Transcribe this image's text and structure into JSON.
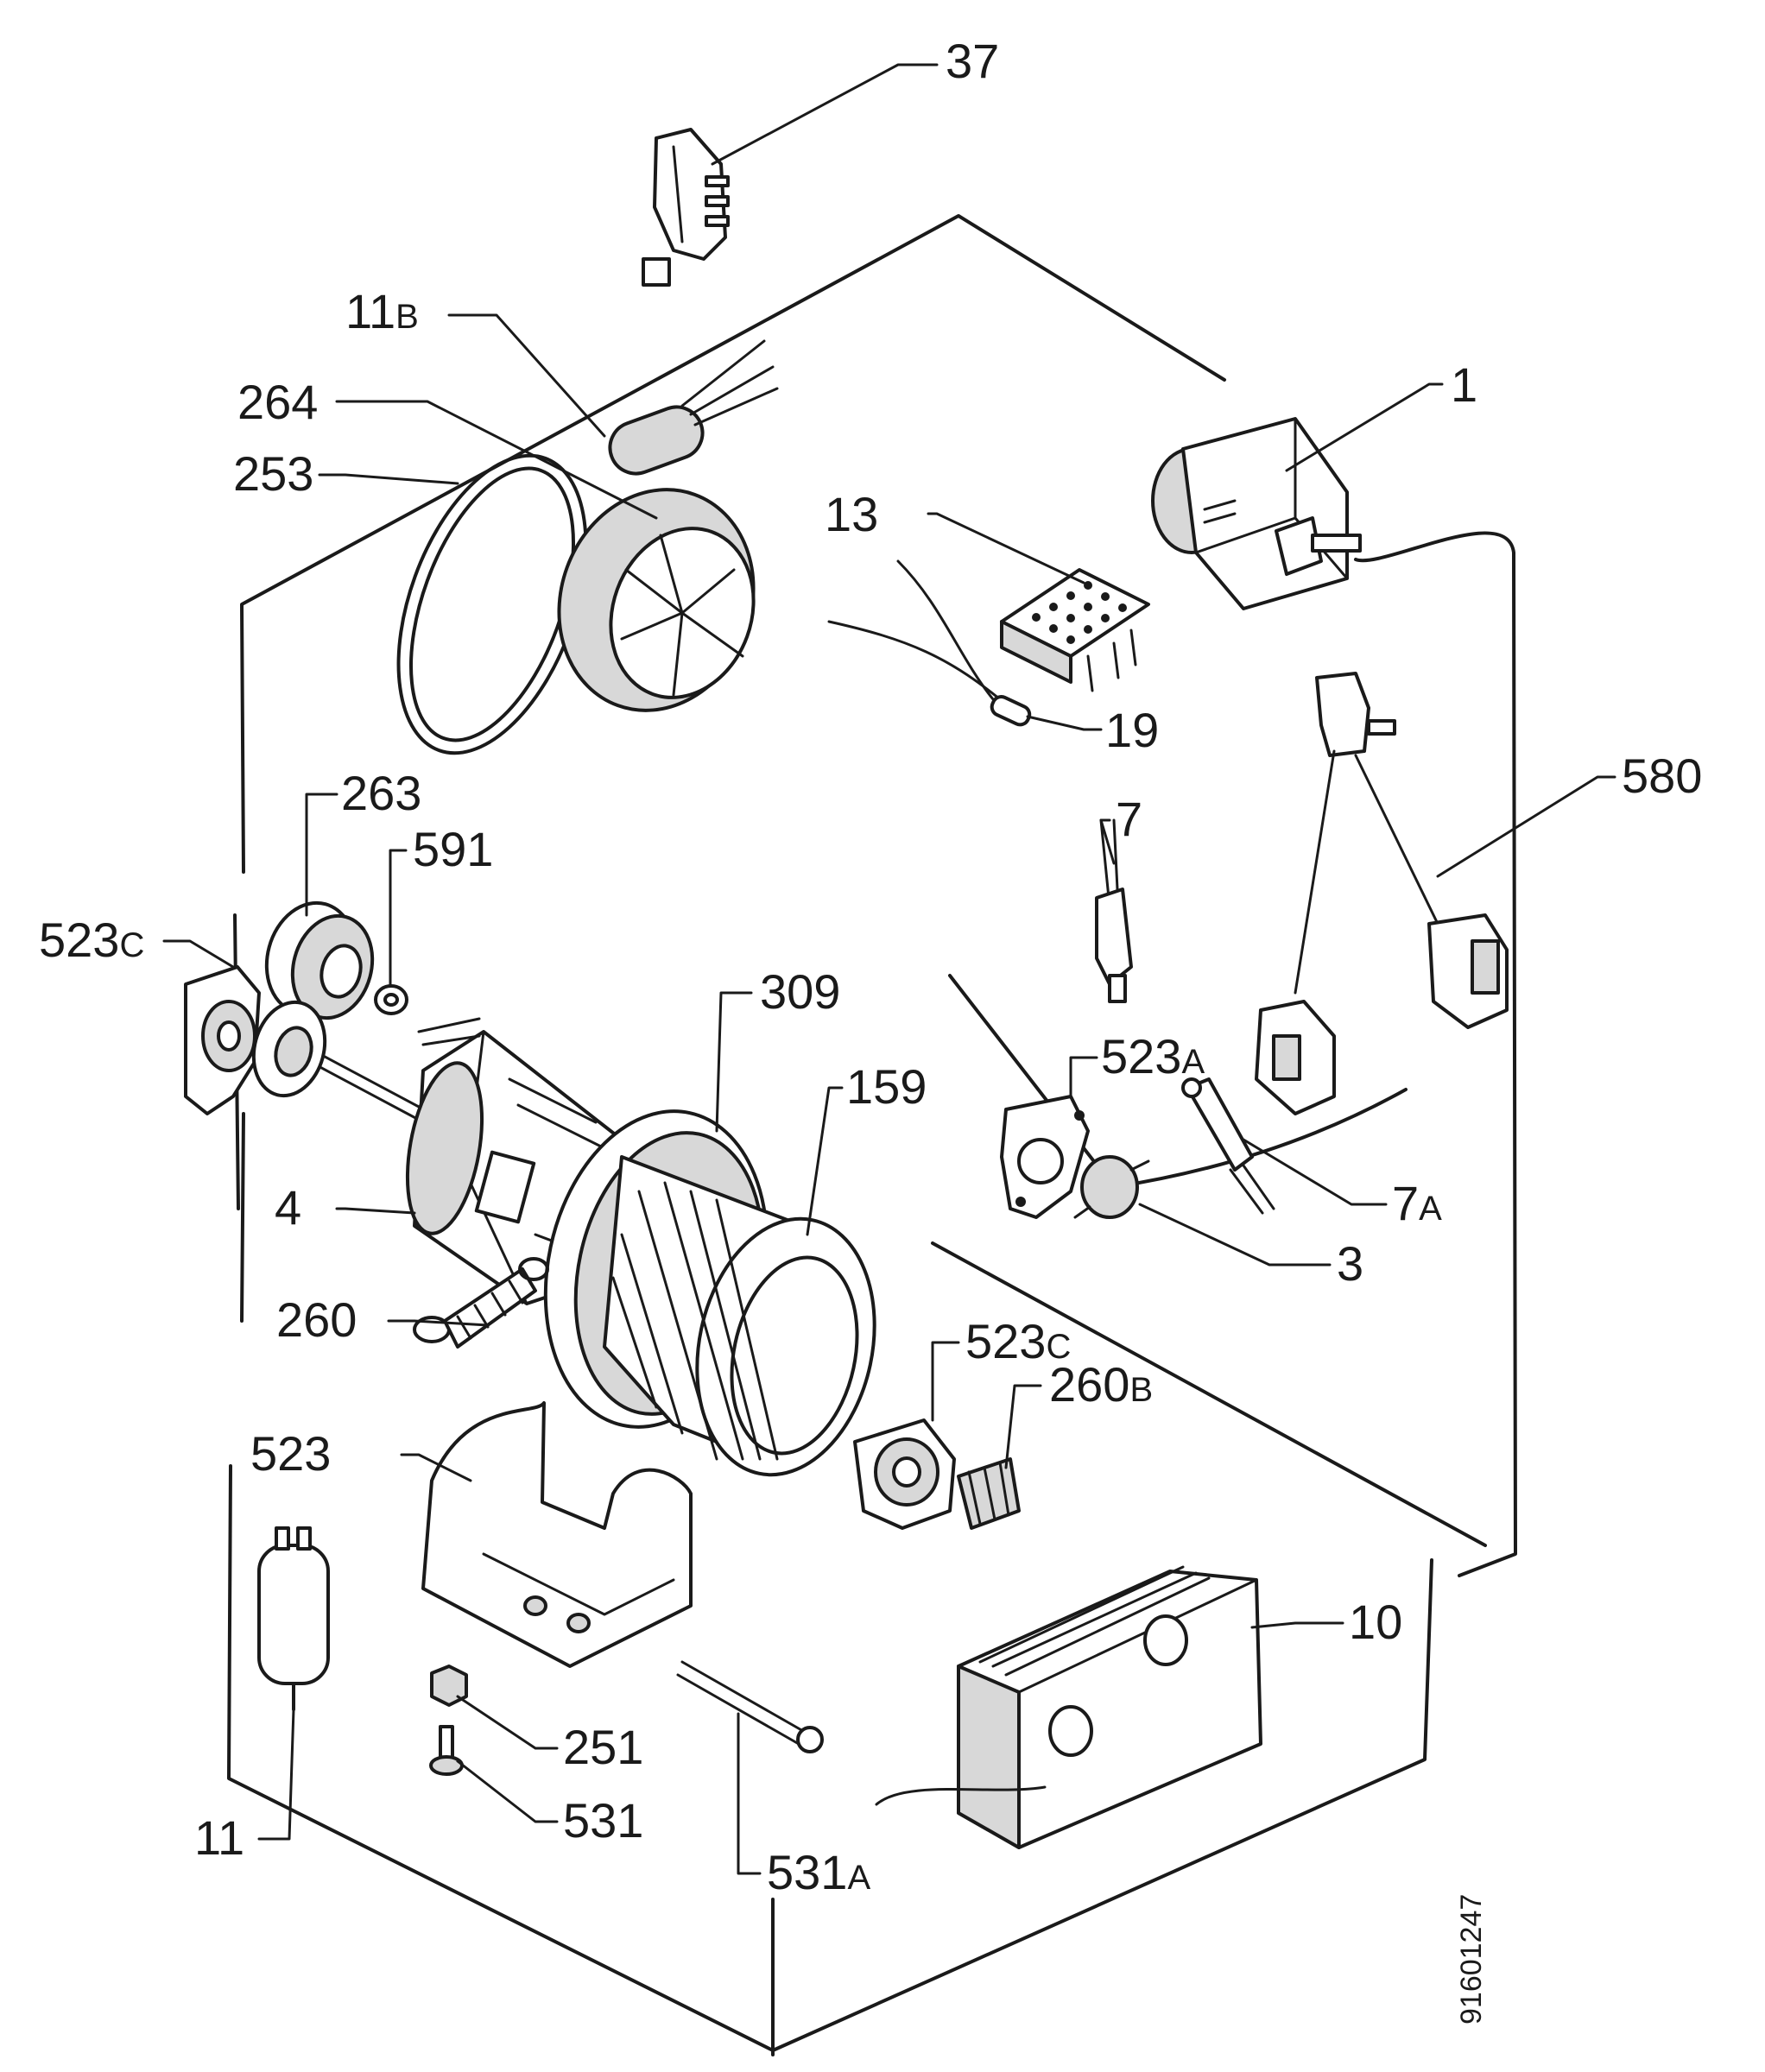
{
  "labels": [
    {
      "id": "37",
      "main": "37",
      "suffix": ""
    },
    {
      "id": "11b",
      "main": "11",
      "suffix": "B"
    },
    {
      "id": "264",
      "main": "264",
      "suffix": ""
    },
    {
      "id": "253",
      "main": "253",
      "suffix": ""
    },
    {
      "id": "1",
      "main": "1",
      "suffix": ""
    },
    {
      "id": "13",
      "main": "13",
      "suffix": ""
    },
    {
      "id": "19",
      "main": "19",
      "suffix": ""
    },
    {
      "id": "580",
      "main": "580",
      "suffix": ""
    },
    {
      "id": "263",
      "main": "263",
      "suffix": ""
    },
    {
      "id": "591",
      "main": "591",
      "suffix": ""
    },
    {
      "id": "7",
      "main": "7",
      "suffix": ""
    },
    {
      "id": "523c-left",
      "main": "523",
      "suffix": "C"
    },
    {
      "id": "309",
      "main": "309",
      "suffix": ""
    },
    {
      "id": "523a",
      "main": "523",
      "suffix": "A"
    },
    {
      "id": "159",
      "main": "159",
      "suffix": ""
    },
    {
      "id": "7a",
      "main": "7",
      "suffix": "A"
    },
    {
      "id": "4",
      "main": "4",
      "suffix": ""
    },
    {
      "id": "3",
      "main": "3",
      "suffix": ""
    },
    {
      "id": "260",
      "main": "260",
      "suffix": ""
    },
    {
      "id": "523c-right",
      "main": "523",
      "suffix": "C"
    },
    {
      "id": "260b",
      "main": "260",
      "suffix": "B"
    },
    {
      "id": "523",
      "main": "523",
      "suffix": ""
    },
    {
      "id": "10",
      "main": "10",
      "suffix": ""
    },
    {
      "id": "251",
      "main": "251",
      "suffix": ""
    },
    {
      "id": "531",
      "main": "531",
      "suffix": ""
    },
    {
      "id": "11",
      "main": "11",
      "suffix": ""
    },
    {
      "id": "531a",
      "main": "531",
      "suffix": "A"
    }
  ],
  "document_id": "91601247"
}
